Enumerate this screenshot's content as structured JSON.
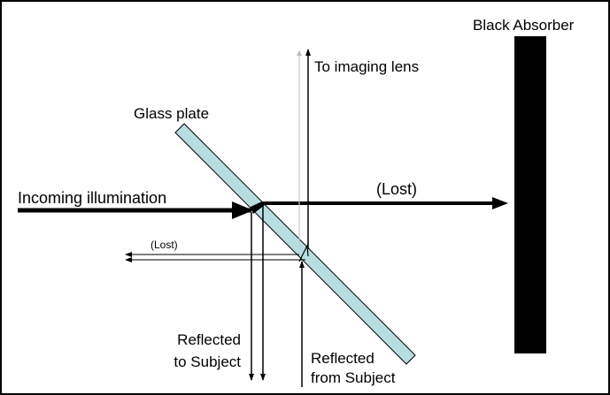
{
  "labels": {
    "black_absorber": "Black Absorber",
    "to_imaging_lens": "To imaging lens",
    "glass_plate": "Glass plate",
    "incoming_illumination": "Incoming illumination",
    "lost_main": "(Lost)",
    "lost_small": "(Lost)",
    "reflected_to_subject_line1": "Reflected",
    "reflected_to_subject_line2": "to Subject",
    "reflected_from_subject_line1": "Reflected",
    "reflected_from_subject_line2": "from Subject"
  },
  "colors": {
    "background": "#ffffff",
    "frame": "#000000",
    "glass_fill": "#b7dde1",
    "glass_stroke": "#000000",
    "absorber": "#000000",
    "ray": "#000000"
  }
}
